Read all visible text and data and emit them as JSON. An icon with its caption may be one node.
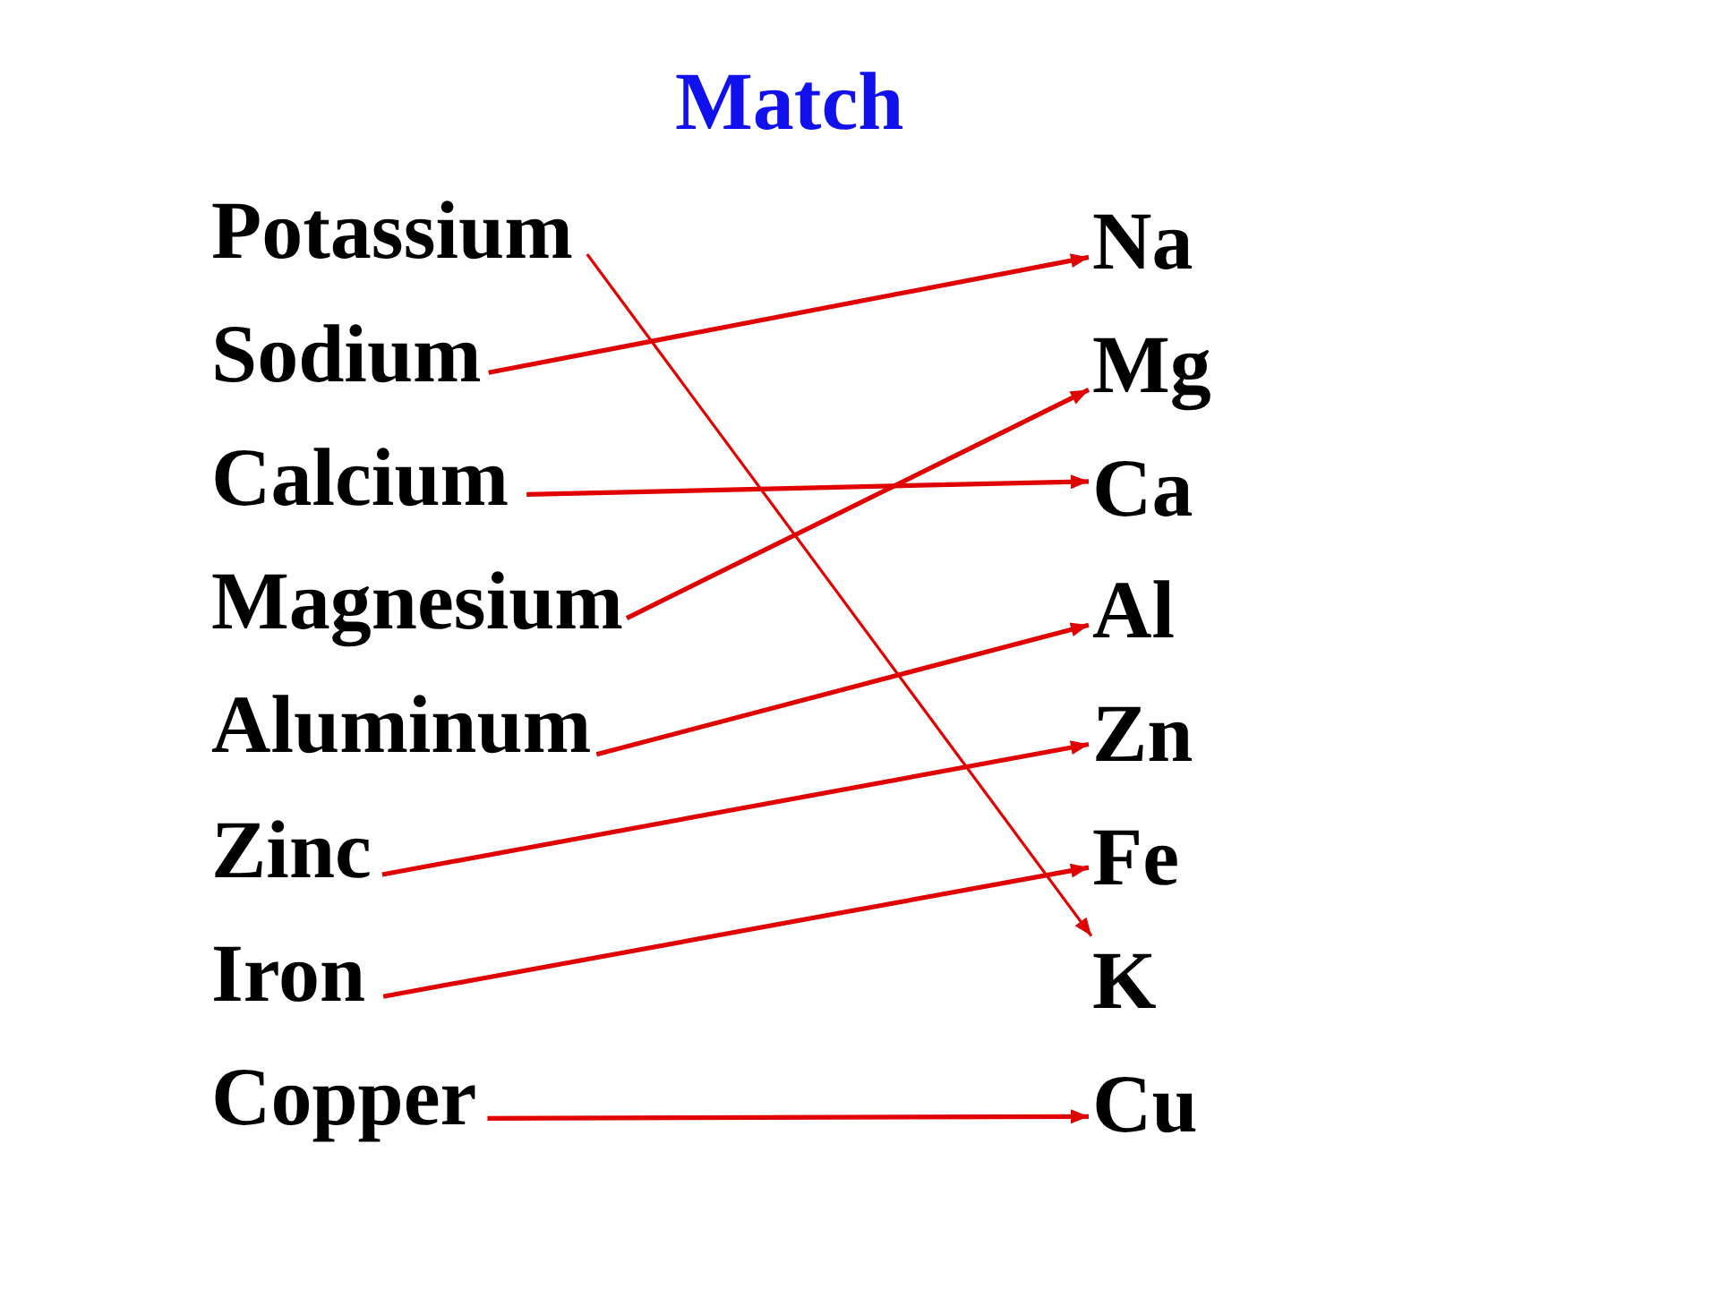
{
  "diagram": {
    "title": "Match",
    "nodes": [
      {
        "text": [
          "Potassium"
        ]
      },
      {
        "text": [
          "Sodium"
        ]
      },
      {
        "text": [
          "Calcium"
        ]
      },
      {
        "text": [
          "Magnesium"
        ]
      },
      {
        "text": [
          "Aluminum"
        ]
      },
      {
        "text": [
          "Zinc"
        ]
      },
      {
        "text": [
          "Iron"
        ]
      },
      {
        "text": [
          "Copper"
        ]
      },
      {
        "text": [
          "Na"
        ]
      },
      {
        "text": [
          "Mg"
        ]
      },
      {
        "text": [
          "Ca"
        ]
      },
      {
        "text": [
          "Al"
        ]
      },
      {
        "text": [
          "Zn"
        ]
      },
      {
        "text": [
          "Fe"
        ]
      },
      {
        "text": [
          "K"
        ]
      },
      {
        "text": [
          "Cu"
        ]
      }
    ],
    "edges": [
      {
        "from": 0,
        "to": 14,
        "arrow": "to"
      },
      {
        "from": 1,
        "to": 8,
        "arrow": "to"
      },
      {
        "from": 2,
        "to": 10,
        "arrow": "to"
      },
      {
        "from": 3,
        "to": 9,
        "arrow": "to"
      },
      {
        "from": 4,
        "to": 11,
        "arrow": "to"
      },
      {
        "from": 5,
        "to": 12,
        "arrow": "to"
      },
      {
        "from": 6,
        "to": 13,
        "arrow": "to"
      },
      {
        "from": 7,
        "to": 15,
        "arrow": "to"
      }
    ]
  }
}
